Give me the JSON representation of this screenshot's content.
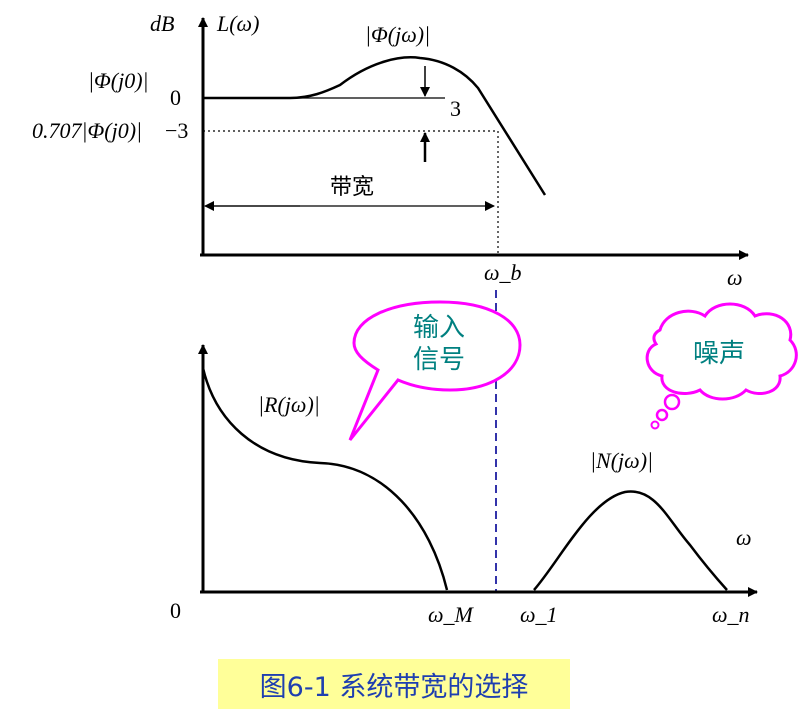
{
  "top_plot": {
    "y_unit": "dB",
    "y_name": "L(ω)",
    "x_name": "ω",
    "curve_label": "|Φ(jω)|",
    "left_label_phi0": "|Φ(j0)|",
    "left_tick_zero": "0",
    "left_label_0707": "0.707|Φ(j0)|",
    "left_tick_minus3": "−3",
    "gap_value": "3",
    "bandwidth_label": "带宽",
    "cutoff_label": "ω_b"
  },
  "bottom_plot": {
    "origin_label": "0",
    "signal_label": "|R(jω)|",
    "noise_label": "|N(jω)|",
    "x_name": "ω",
    "omega_M": "ω_M",
    "omega_1": "ω_1",
    "omega_n": "ω_n"
  },
  "callouts": {
    "input_signal_line1": "输入",
    "input_signal_line2": "信号",
    "noise": "噪声"
  },
  "caption": "图6-1 系统带宽的选择",
  "colors": {
    "callout_border": "#ff00ff",
    "callout_text": "#008080",
    "dashed_line": "#3333aa",
    "caption_bg": "#ffff99",
    "caption_text": "#1f3fb0"
  }
}
